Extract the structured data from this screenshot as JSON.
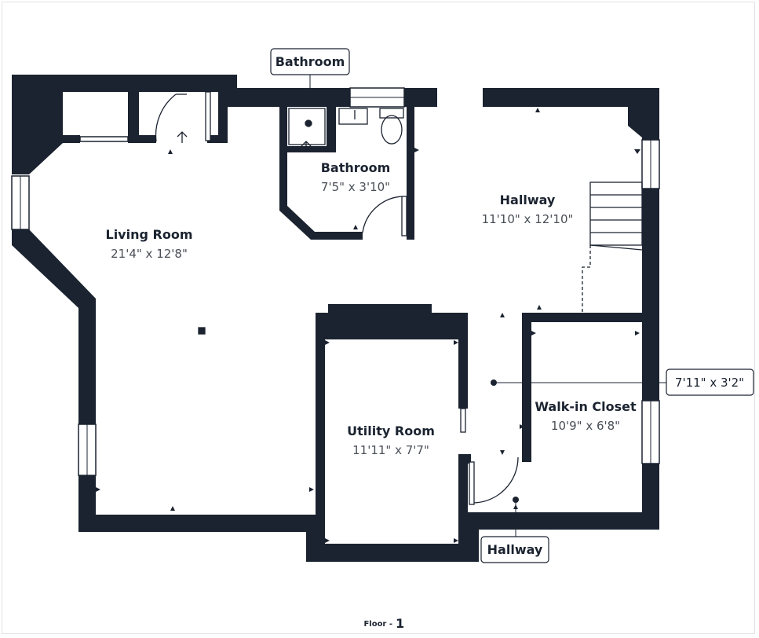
{
  "colors": {
    "wall": "#1b2330",
    "background": "#ffffff",
    "line": "#1b2330"
  },
  "rooms": {
    "living_room": {
      "name": "Living Room",
      "dims": "21'4\" x 12'8\""
    },
    "bathroom": {
      "name": "Bathroom",
      "dims": "7'5\" x 3'10\""
    },
    "hallway": {
      "name": "Hallway",
      "dims": "11'10\" x 12'10\""
    },
    "walk_in_closet": {
      "name": "Walk-in Closet",
      "dims": "10'9\" x 6'8\""
    },
    "utility_room": {
      "name": "Utility Room",
      "dims": "11'11\" x 7'7\""
    }
  },
  "callouts": {
    "bathroom": "Bathroom",
    "hallway": "Hallway",
    "dimension": "7'11\" x 3'2\""
  },
  "floor": {
    "label": "Floor -",
    "number": "1"
  }
}
